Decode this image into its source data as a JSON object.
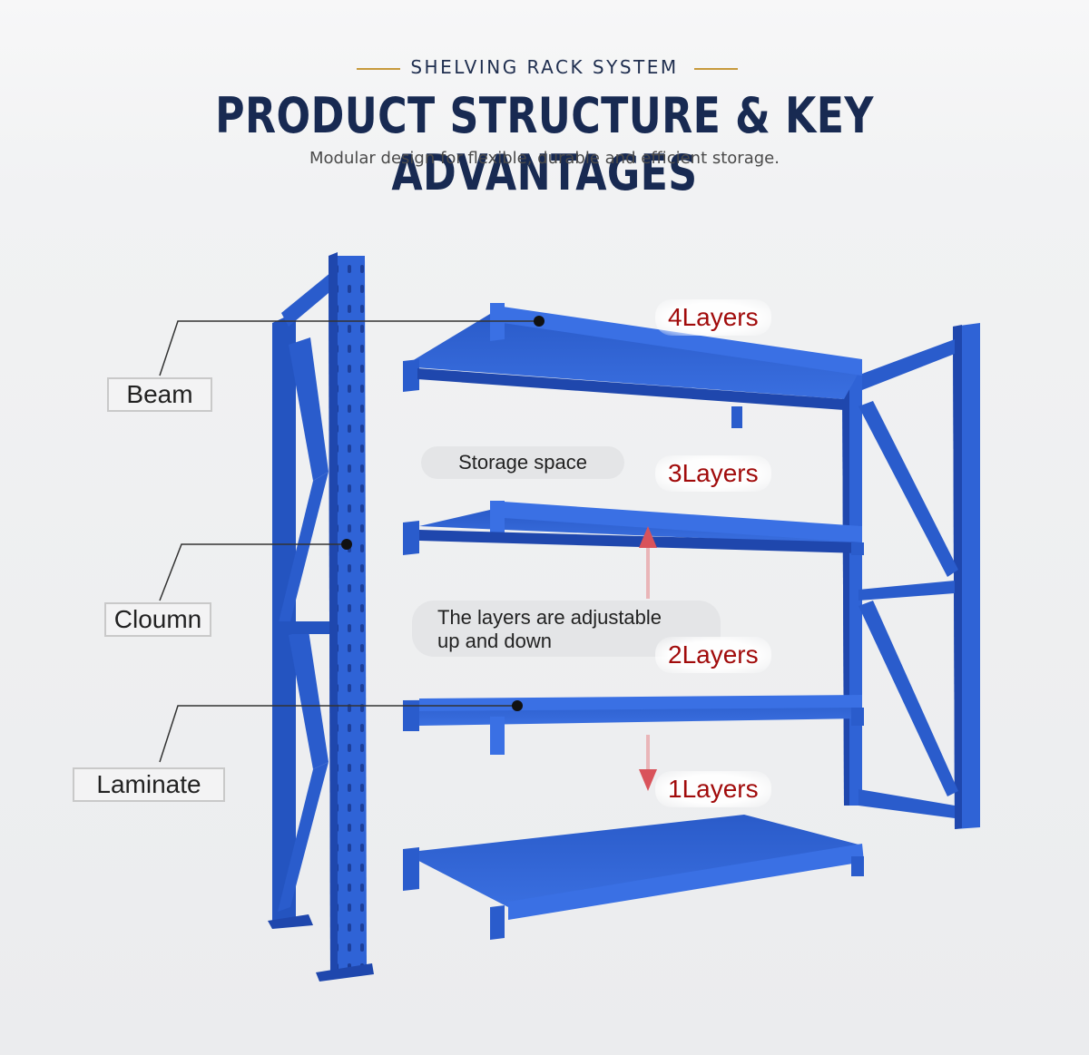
{
  "header": {
    "eyebrow": "SHELVING RACK SYSTEM",
    "title": "PRODUCT STRUCTURE & KEY ADVANTAGES",
    "subtitle": "Modular design for flexible, durable and efficient storage."
  },
  "callouts": {
    "beam": "Beam",
    "column": "Cloumn",
    "laminate": "Laminate"
  },
  "notes": {
    "storage_space": "Storage space",
    "adjustable_line1": "The layers are adjustable",
    "adjustable_line2": "up and down"
  },
  "layers": {
    "layer4": "4Layers",
    "layer3": "3Layers",
    "layer2": "2Layers",
    "layer1": "1Layers"
  },
  "colors": {
    "rack_blue": "#2f63d6",
    "rack_dark": "#1f47ad",
    "title_navy": "#182a52",
    "accent_gold": "#c79a3c",
    "layer_red": "#a10b0b",
    "arrow_red": "#d9535b"
  }
}
